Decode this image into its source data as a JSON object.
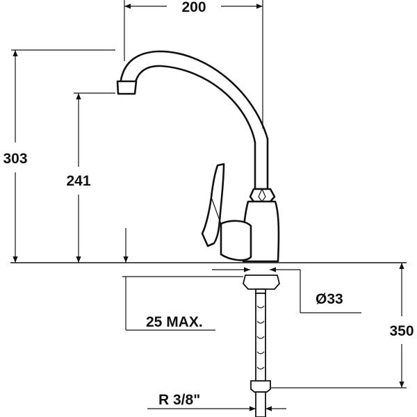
{
  "dimensions": {
    "width_top": "200",
    "total_height": "303",
    "spout_height": "241",
    "diameter": "Ø33",
    "max_thickness": "25 MAX.",
    "hose_length": "350",
    "connection": "R 3/8\""
  }
}
